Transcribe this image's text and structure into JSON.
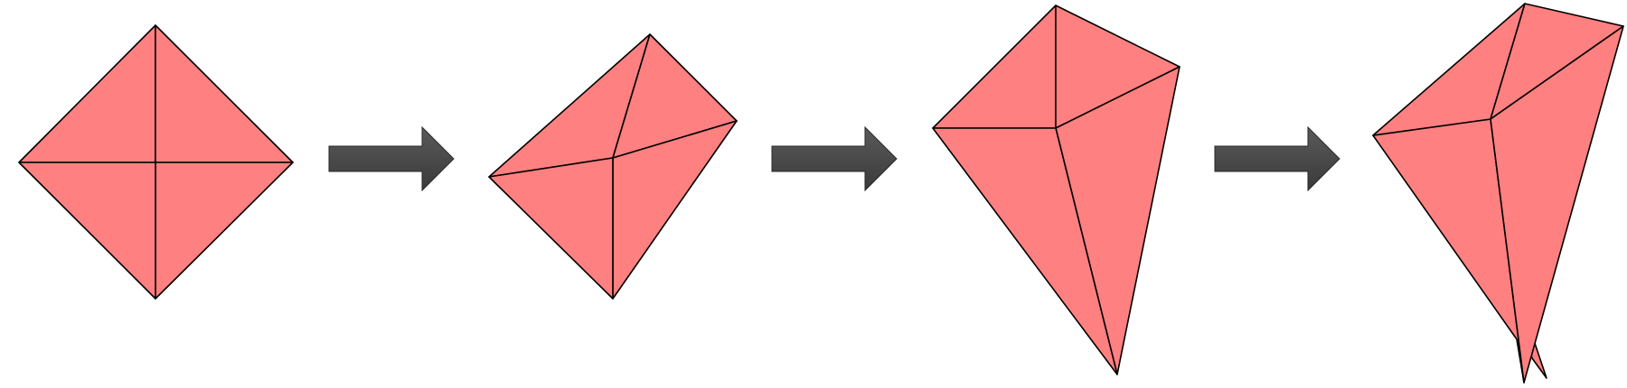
{
  "diagram": {
    "title": "",
    "shape_fill": "#ff8080",
    "edge_color": "#000000",
    "arrow_fill_light": "#5a5a5a",
    "arrow_fill_dark": "#3a3a3a",
    "steps": [
      {
        "name": "step-1-square-mesh"
      },
      {
        "name": "step-2-deformed-mesh"
      },
      {
        "name": "step-3-kite-mesh"
      },
      {
        "name": "step-4-folded-mesh"
      }
    ],
    "arrows": 3
  }
}
